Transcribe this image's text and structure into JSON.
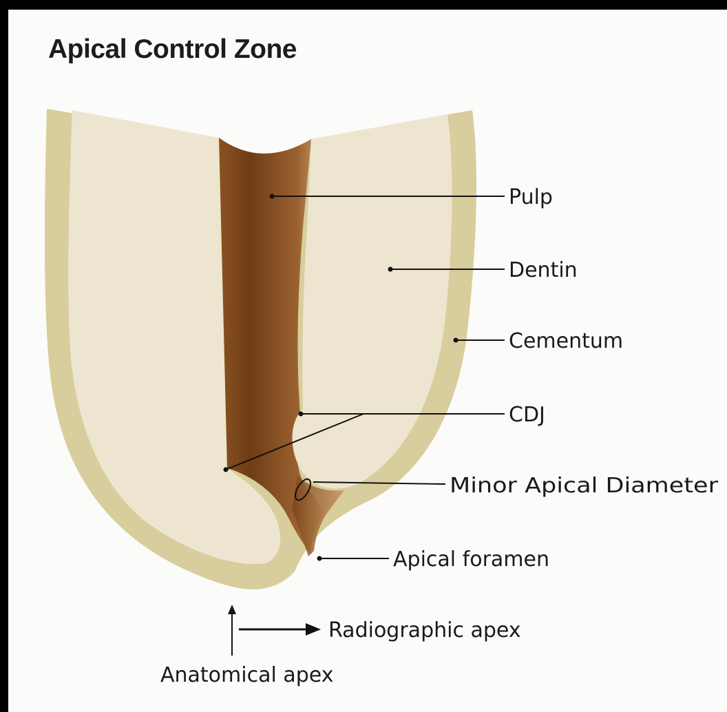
{
  "title": "Apical Control Zone",
  "labels": {
    "pulp": "Pulp",
    "dentin": "Dentin",
    "cementum": "Cementum",
    "cdj": "CDJ",
    "minor_apical_diameter": "Minor Apical Diameter",
    "apical_foramen": "Apical foramen",
    "radiographic_apex": "Radiographic apex",
    "anatomical_apex": "Anatomical apex"
  },
  "colors": {
    "background": "#fbfbf9",
    "frame": "#000000",
    "cementum": "#d8cd9c",
    "dentin": "#ede5cf",
    "pulp_dark": "#6e3d14",
    "pulp_light": "#c3894f",
    "leader": "#111111"
  }
}
